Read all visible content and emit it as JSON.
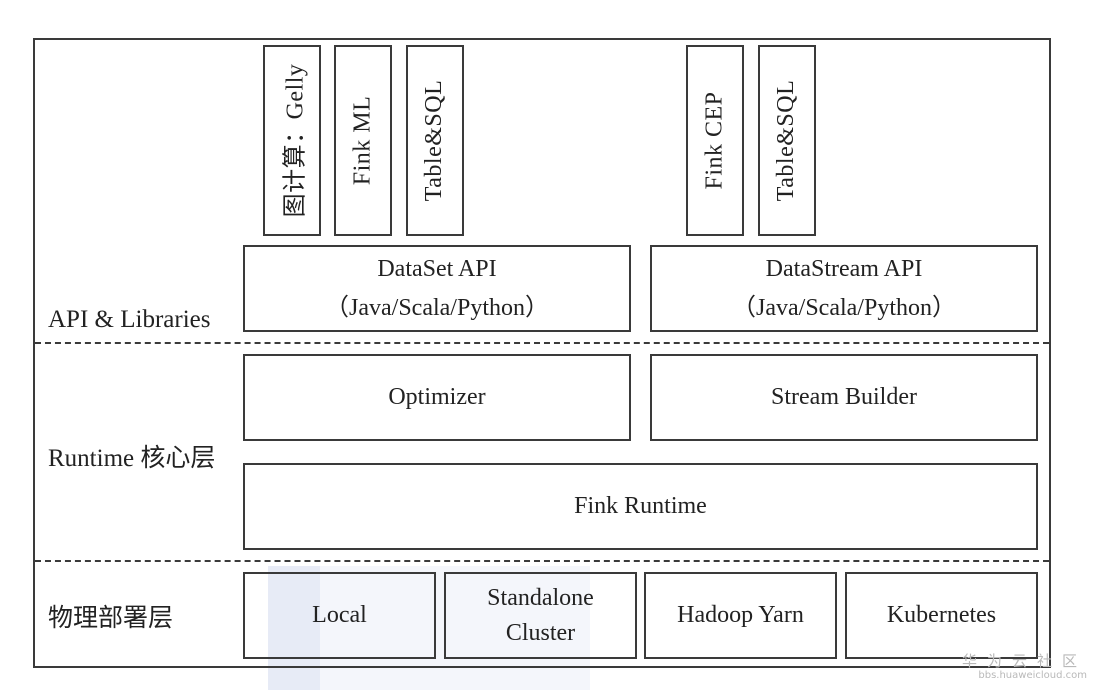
{
  "layers": {
    "api": "API & Libraries",
    "runtime": "Runtime 核心层",
    "deploy": "物理部署层"
  },
  "libraries_left": [
    "图计算：Gelly",
    "Fink ML",
    "Table&SQL"
  ],
  "libraries_right": [
    "Fink CEP",
    "Table&SQL"
  ],
  "dataset_api": {
    "name": "DataSet API",
    "langs": "（Java/Scala/Python）"
  },
  "datastream_api": {
    "name": "DataStream API",
    "langs": "（Java/Scala/Python）"
  },
  "runtime": {
    "optimizer": "Optimizer",
    "stream_builder": "Stream Builder",
    "fink_runtime": "Fink Runtime"
  },
  "deploy": {
    "local": "Local",
    "standalone_line1": "Standalone",
    "standalone_line2": "Cluster",
    "yarn": "Hadoop Yarn",
    "kubernetes": "Kubernetes"
  },
  "watermark": {
    "cn": "华为云社区",
    "url": "bbs.huaweicloud.com"
  }
}
